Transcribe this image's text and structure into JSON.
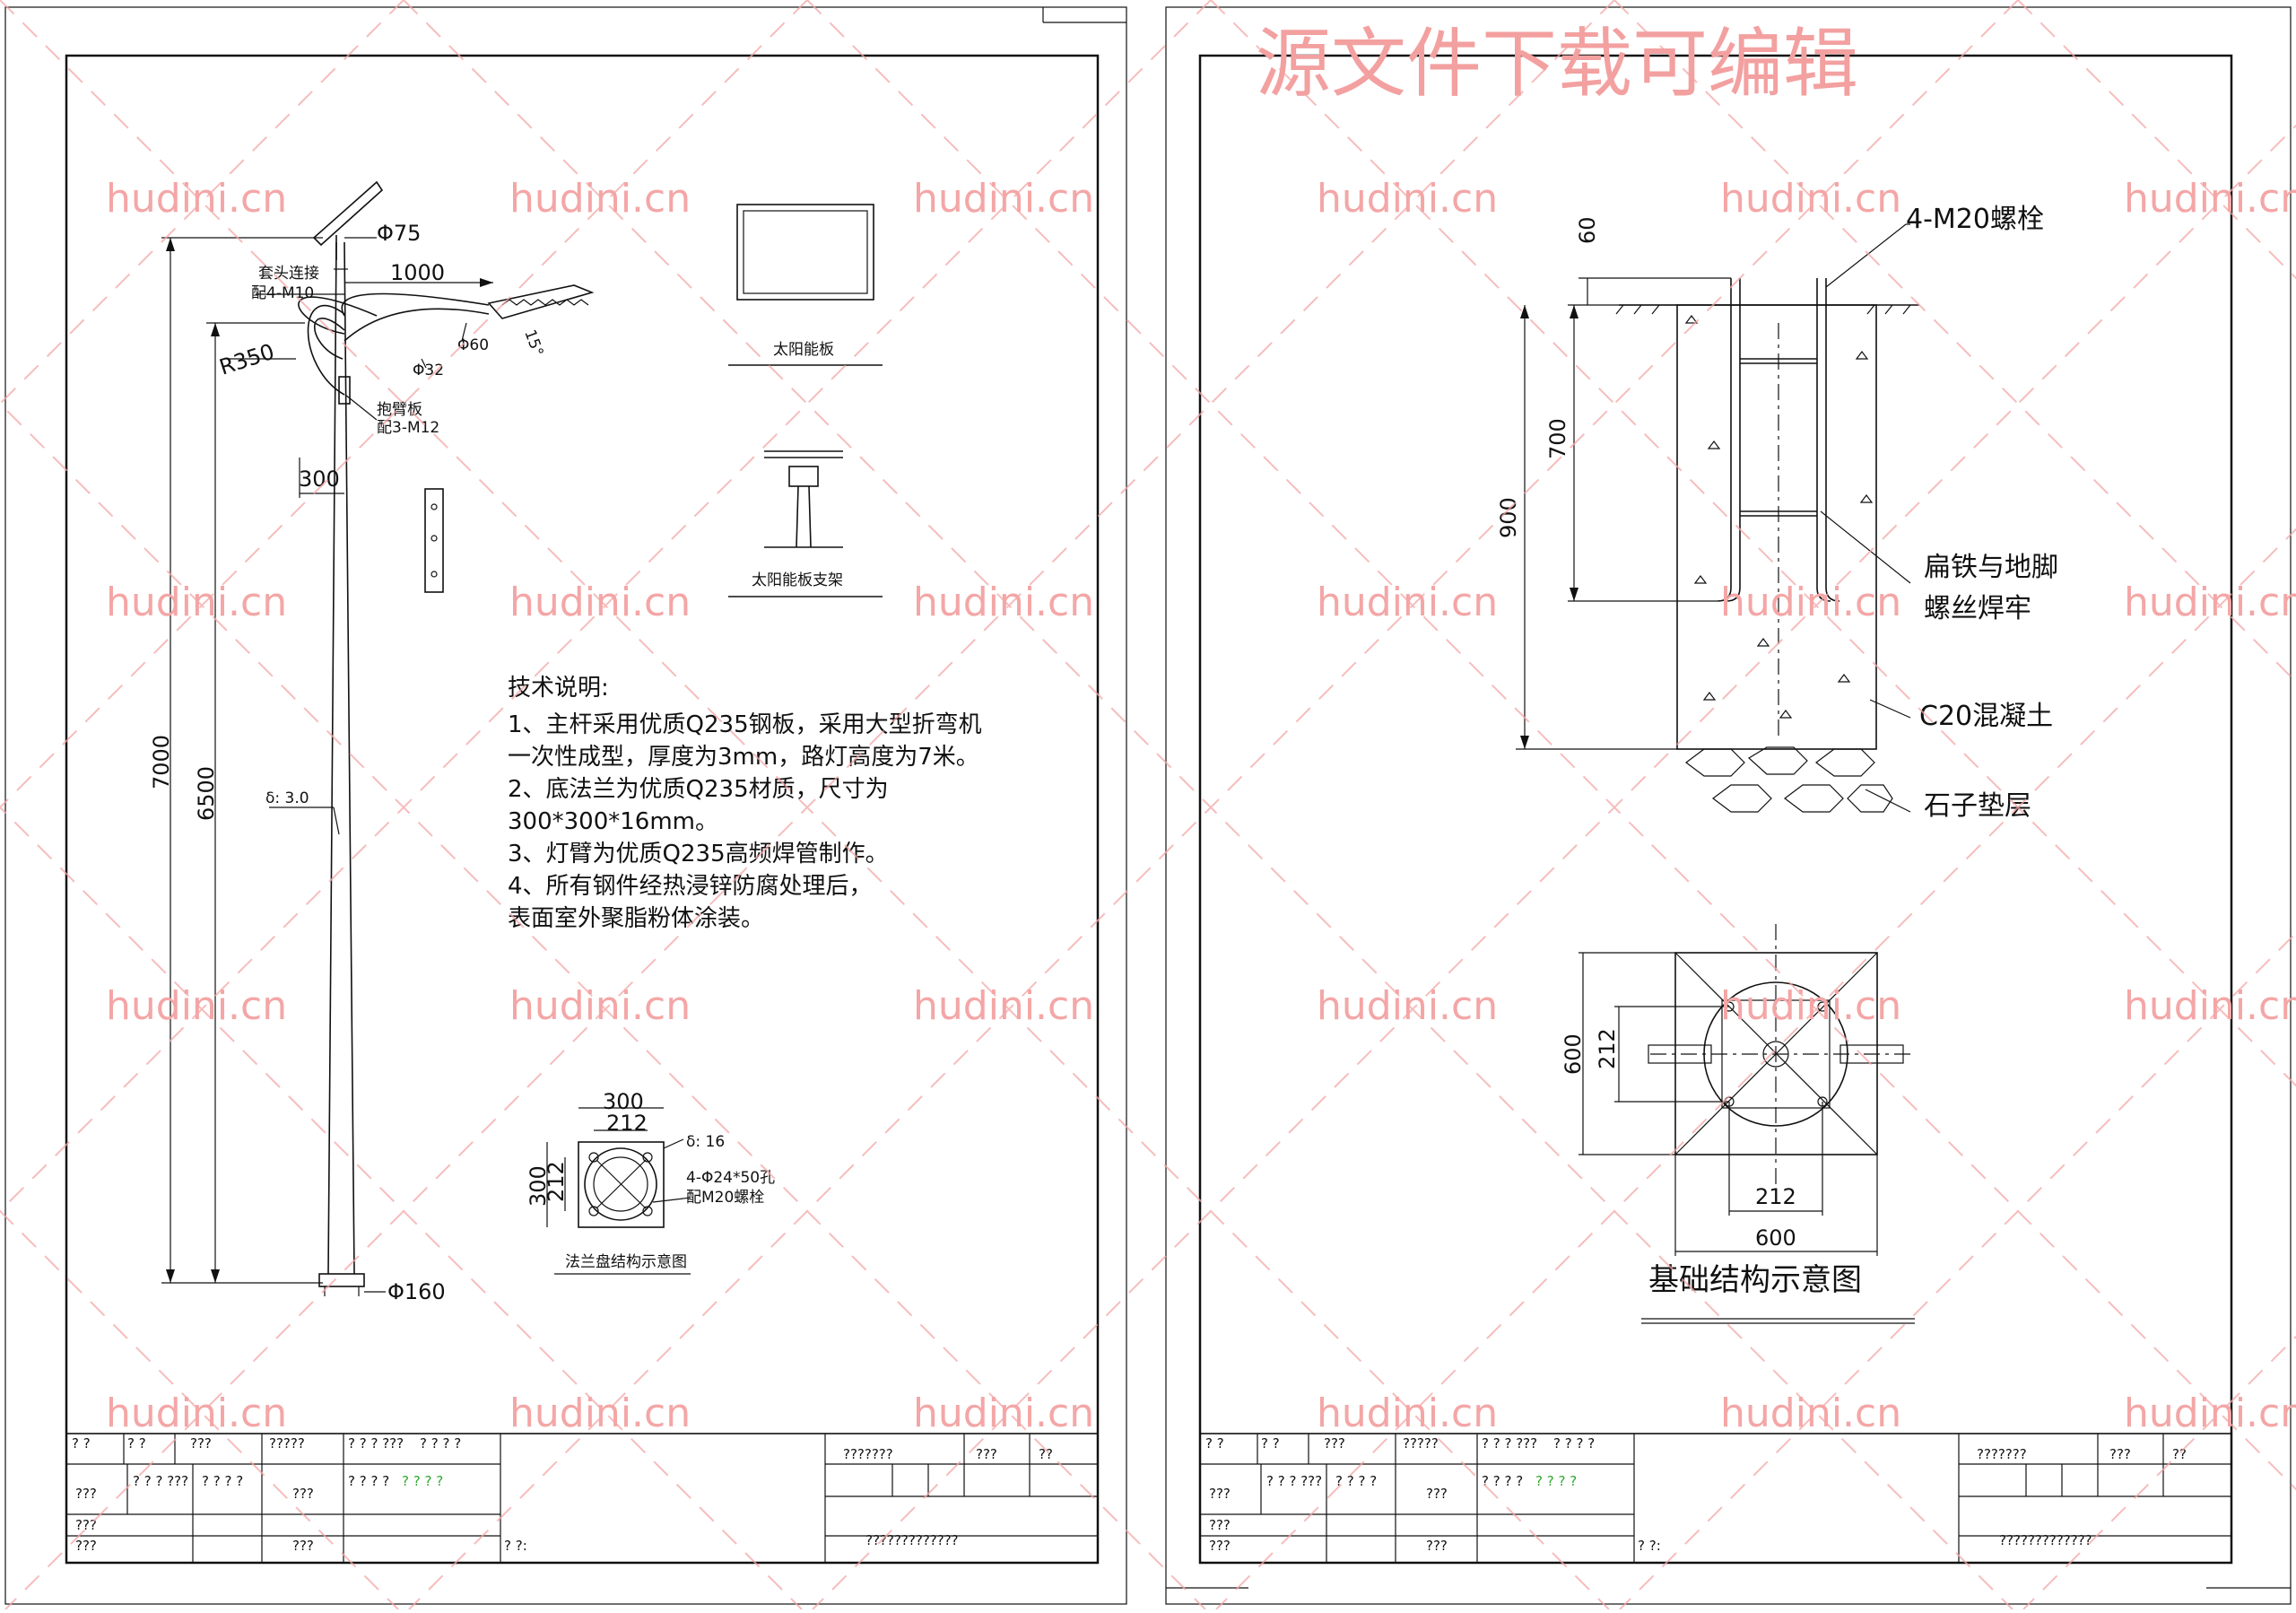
{
  "header_banner": "源文件下载可编辑",
  "watermark": "hudini.cn",
  "left_sheet": {
    "dimensions": {
      "pole_top_dia": "Φ75",
      "arm_length": "1000",
      "arm_angle": "15°",
      "arm_dia_60": "Φ60",
      "arm_dia_32": "Φ32",
      "bend_radius": "R350",
      "arm_offset": "300",
      "height_total": "7000",
      "height_lamp": "6500",
      "base_dia": "Φ160",
      "wall_thickness": "δ: 3.0"
    },
    "callouts": {
      "sleeve_connection": "套头连接",
      "sleeve_bolts": "配4-M10",
      "clamp_plate": "抱臂板",
      "clamp_bolts": "配3-M12"
    },
    "solar_panel_label": "太阳能板",
    "solar_bracket_label": "太阳能板支架",
    "tech_notes": {
      "title": "技术说明:",
      "lines": [
        "1、主杆采用优质Q235钢板，采用大型折弯机",
        "一次性成型，厚度为3mm，路灯高度为7米。",
        "2、底法兰为优质Q235材质，尺寸为",
        "300*300*16mm。",
        "3、灯臂为优质Q235高频焊管制作。",
        "4、所有钢件经热浸锌防腐处理后，",
        "表面室外聚脂粉体涂装。"
      ]
    },
    "flange": {
      "dim_outer": "300",
      "dim_inner": "212",
      "dim_side_outer": "300",
      "dim_side_inner": "212",
      "thickness": "δ: 16",
      "holes": "4-Φ24*50孔",
      "bolts": "配M20螺栓",
      "title": "法兰盘结构示意图"
    }
  },
  "right_sheet": {
    "dimensions": {
      "top_60": "60",
      "depth_700": "700",
      "depth_900": "900",
      "plan_600_v": "600",
      "plan_212_v": "212",
      "plan_212_h": "212",
      "plan_600_h": "600"
    },
    "callouts": {
      "anchor_bolts": "4-M20螺栓",
      "flat_iron_1": "扁铁与地脚",
      "flat_iron_2": "螺丝焊牢",
      "concrete": "C20混凝土",
      "gravel": "石子垫层"
    },
    "foundation_title": "基础结构示意图"
  },
  "title_block": {
    "r1": [
      "? ?",
      "? ?",
      "???",
      "?????",
      "? ? ? ???",
      "? ? ? ?"
    ],
    "r2": [
      "???",
      "? ? ? ???",
      "? ? ? ?",
      "???",
      "? ? ? ?",
      "? ? ? ?"
    ],
    "r3": [
      "???"
    ],
    "r4": [
      "???",
      "???",
      "? ?:"
    ],
    "right_top": [
      "???????",
      "???",
      "??"
    ],
    "right_bottom": "?????????????"
  }
}
